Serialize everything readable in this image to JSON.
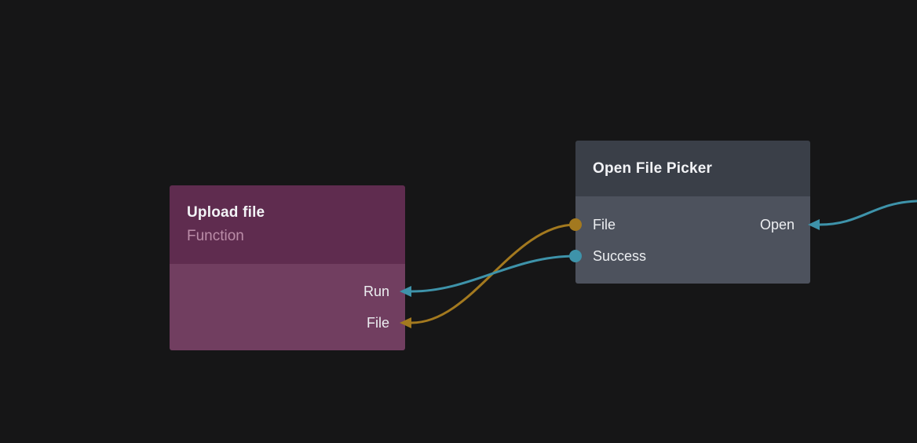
{
  "canvas": {
    "background": "#161617"
  },
  "colors": {
    "gold": "#a3791f",
    "teal": "#3e93aa"
  },
  "nodes": {
    "upload_file": {
      "title": "Upload file",
      "subtitle": "Function",
      "header_color": "#5f2c4f",
      "body_color": "#713e60",
      "inputs": [
        {
          "label": "Run",
          "wire_color": "#3e93aa"
        },
        {
          "label": "File",
          "wire_color": "#a3791f"
        }
      ]
    },
    "open_file_picker": {
      "title": "Open File Picker",
      "header_color": "#3a3f48",
      "body_color": "#4d525d",
      "output_ports": [
        {
          "label": "File",
          "dot_color": "#a3791f"
        },
        {
          "label": "Success",
          "dot_color": "#3e93aa"
        }
      ],
      "input_ports": [
        {
          "label": "Open",
          "wire_color": "#3e93aa"
        }
      ]
    }
  },
  "edges": [
    {
      "from": "open_file_picker.File",
      "to": "upload_file.File",
      "color": "#a3791f"
    },
    {
      "from": "open_file_picker.Success",
      "to": "upload_file.Run",
      "color": "#3e93aa"
    },
    {
      "from": "offscreen-right",
      "to": "open_file_picker.Open",
      "color": "#3e93aa"
    }
  ]
}
